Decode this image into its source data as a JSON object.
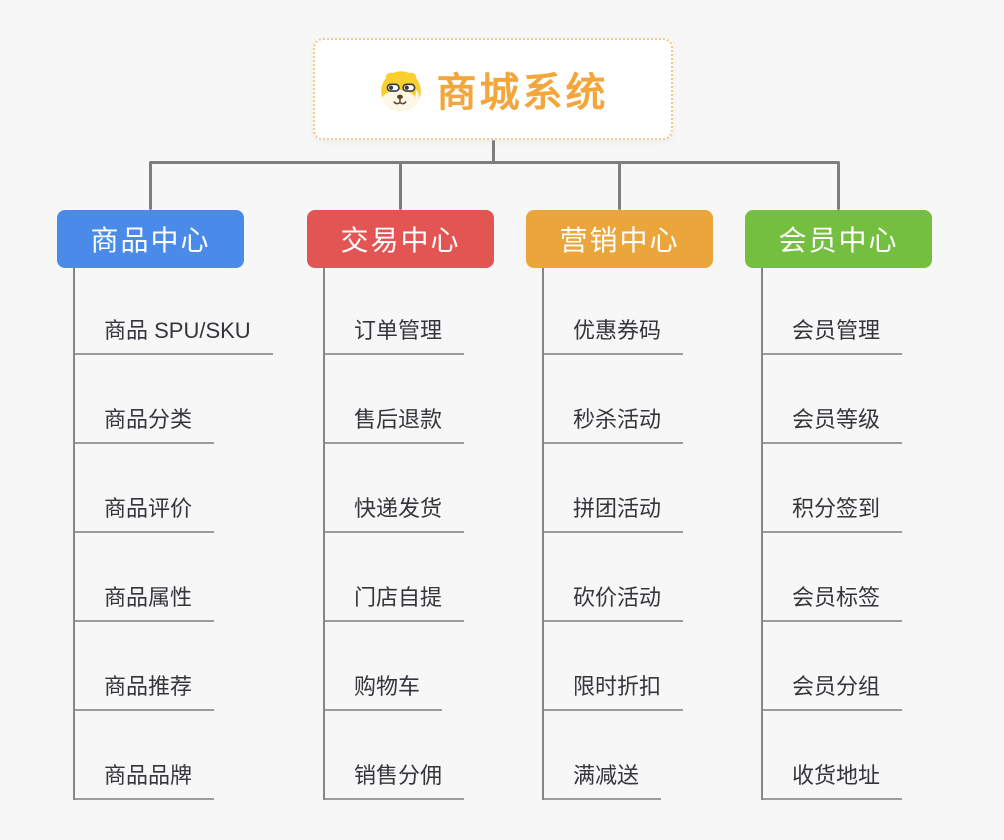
{
  "canvas": {
    "background": "#f7f7f7",
    "connector_color": "#7e7e7e",
    "underline_color": "#9b9b9b",
    "child_text_color": "#35363b"
  },
  "root": {
    "title": "商城系统",
    "icon": "shiba-dog-icon",
    "text_color": "#f2a63c",
    "border_color": "#f4c888"
  },
  "branches": [
    {
      "label": "商品中心",
      "color": "#4a8be9",
      "children": [
        "商品 SPU/SKU",
        "商品分类",
        "商品评价",
        "商品属性",
        "商品推荐",
        "商品品牌"
      ]
    },
    {
      "label": "交易中心",
      "color": "#e35553",
      "children": [
        "订单管理",
        "售后退款",
        "快递发货",
        "门店自提",
        "购物车",
        "销售分佣"
      ]
    },
    {
      "label": "营销中心",
      "color": "#eba63b",
      "children": [
        "优惠券码",
        "秒杀活动",
        "拼团活动",
        "砍价活动",
        "限时折扣",
        "满减送"
      ]
    },
    {
      "label": "会员中心",
      "color": "#74bf40",
      "children": [
        "会员管理",
        "会员等级",
        "积分签到",
        "会员标签",
        "会员分组",
        "收货地址"
      ]
    }
  ]
}
